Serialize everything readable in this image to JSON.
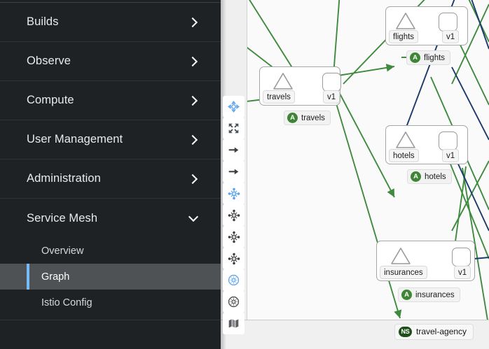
{
  "sidebar": {
    "items": [
      {
        "label": "Builds",
        "icon": "chevron-right-icon",
        "expanded": false
      },
      {
        "label": "Observe",
        "icon": "chevron-right-icon",
        "expanded": false
      },
      {
        "label": "Compute",
        "icon": "chevron-right-icon",
        "expanded": false
      },
      {
        "label": "User Management",
        "icon": "chevron-right-icon",
        "expanded": false
      },
      {
        "label": "Administration",
        "icon": "chevron-right-icon",
        "expanded": false
      },
      {
        "label": "Service Mesh",
        "icon": "chevron-down-icon",
        "expanded": true
      }
    ],
    "sub_items": [
      {
        "label": "Overview",
        "active": false
      },
      {
        "label": "Graph",
        "active": true
      },
      {
        "label": "Istio Config",
        "active": false
      }
    ],
    "colors": {
      "background": "#1f2225",
      "active_background": "#4f5255",
      "active_accent": "#73bcf7",
      "text": "#e9eaeb"
    }
  },
  "graph": {
    "namespace_badge": {
      "icon_label": "NS",
      "label": "travel-agency"
    },
    "colors": {
      "canvas": "#fafafa",
      "edge_healthy": "#3f8a3f",
      "edge_tcp": "#1b3a6b",
      "node_border": "#9a9a9a",
      "badge_app": "#3e8635",
      "badge_namespace": "#1e4f18",
      "toolbar_active": "#519de9"
    },
    "groups": [
      {
        "name": "travels",
        "service_label": "travels",
        "workload_label": "v1",
        "app_badge": {
          "icon_label": "A",
          "label": "travels"
        }
      },
      {
        "name": "flights",
        "service_label": "flights",
        "workload_label": "v1",
        "app_badge": {
          "icon_label": "A",
          "label": "flights"
        }
      },
      {
        "name": "hotels",
        "service_label": "hotels",
        "workload_label": "v1",
        "app_badge": {
          "icon_label": "A",
          "label": "hotels"
        }
      },
      {
        "name": "insurances",
        "service_label": "insurances",
        "workload_label": "v1",
        "app_badge": {
          "icon_label": "A",
          "label": "insurances"
        }
      }
    ],
    "toolbar": [
      {
        "name": "drag-mode-icon",
        "active": true
      },
      {
        "name": "fit-to-screen-icon",
        "active": false
      },
      {
        "name": "arrow-right-icon-1",
        "active": false
      },
      {
        "name": "arrow-right-icon-2",
        "active": false
      },
      {
        "name": "layout-default-icon",
        "active": true
      },
      {
        "name": "layout-dagre-icon",
        "active": false
      },
      {
        "name": "layout-grid-icon",
        "active": false
      },
      {
        "name": "layout-concentric-icon",
        "active": false
      },
      {
        "name": "namespace-box-icon",
        "active": true
      },
      {
        "name": "cluster-box-icon",
        "active": false
      },
      {
        "name": "legend-icon",
        "active": false
      }
    ]
  }
}
